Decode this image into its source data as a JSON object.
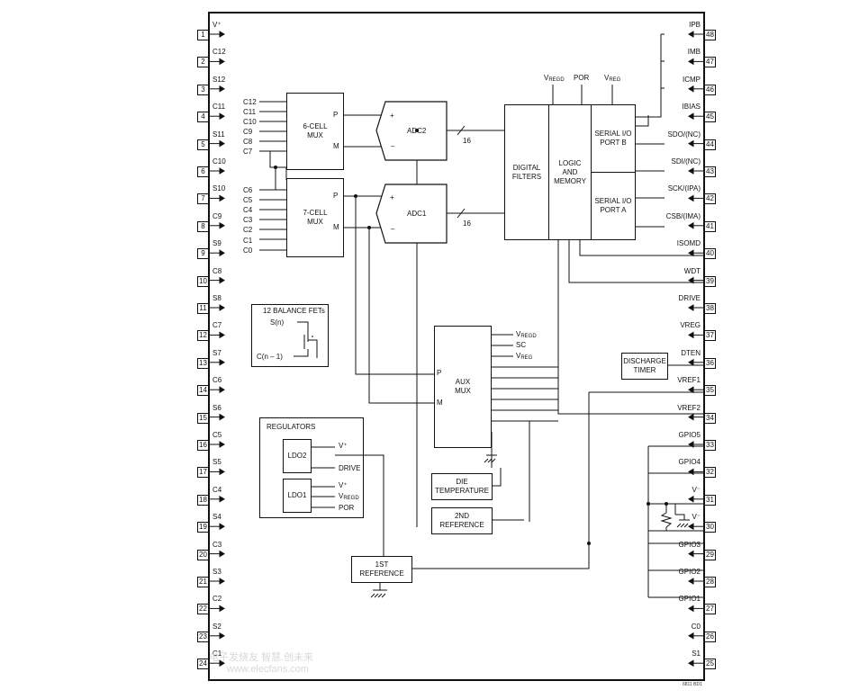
{
  "left_pins": [
    {
      "num": "1",
      "name": "V⁺"
    },
    {
      "num": "2",
      "name": "C12"
    },
    {
      "num": "3",
      "name": "S12"
    },
    {
      "num": "4",
      "name": "C11"
    },
    {
      "num": "5",
      "name": "S11"
    },
    {
      "num": "6",
      "name": "C10"
    },
    {
      "num": "7",
      "name": "S10"
    },
    {
      "num": "8",
      "name": "C9"
    },
    {
      "num": "9",
      "name": "S9"
    },
    {
      "num": "10",
      "name": "C8"
    },
    {
      "num": "11",
      "name": "S8"
    },
    {
      "num": "12",
      "name": "C7"
    },
    {
      "num": "13",
      "name": "S7"
    },
    {
      "num": "14",
      "name": "C6"
    },
    {
      "num": "15",
      "name": "S6"
    },
    {
      "num": "16",
      "name": "C5"
    },
    {
      "num": "17",
      "name": "S5"
    },
    {
      "num": "18",
      "name": "C4"
    },
    {
      "num": "19",
      "name": "S4"
    },
    {
      "num": "20",
      "name": "C3"
    },
    {
      "num": "21",
      "name": "S3"
    },
    {
      "num": "22",
      "name": "C2"
    },
    {
      "num": "23",
      "name": "S2"
    },
    {
      "num": "24",
      "name": "C1"
    }
  ],
  "right_pins": [
    {
      "num": "48",
      "name": "IPB"
    },
    {
      "num": "47",
      "name": "IMB"
    },
    {
      "num": "46",
      "name": "ICMP"
    },
    {
      "num": "45",
      "name": "IBIAS"
    },
    {
      "num": "44",
      "name": "SDO/(NC)"
    },
    {
      "num": "43",
      "name": "SDI/(NC)"
    },
    {
      "num": "42",
      "name": "SCK/(IPA)"
    },
    {
      "num": "41",
      "name": "CSB/(IMA)"
    },
    {
      "num": "40",
      "name": "ISOMD"
    },
    {
      "num": "39",
      "name": "WDT"
    },
    {
      "num": "38",
      "name": "DRIVE"
    },
    {
      "num": "37",
      "name": "VREG"
    },
    {
      "num": "36",
      "name": "DTEN"
    },
    {
      "num": "35",
      "name": "VREF1"
    },
    {
      "num": "34",
      "name": "VREF2"
    },
    {
      "num": "33",
      "name": "GPIO5"
    },
    {
      "num": "32",
      "name": "GPIO4"
    },
    {
      "num": "31",
      "name": "V⁻"
    },
    {
      "num": "30",
      "name": "V⁻"
    },
    {
      "num": "29",
      "name": "GPIO3"
    },
    {
      "num": "28",
      "name": "GPIO2"
    },
    {
      "num": "27",
      "name": "GPIO1"
    },
    {
      "num": "26",
      "name": "C0"
    },
    {
      "num": "25",
      "name": "S1"
    }
  ],
  "mux6": {
    "label": "6-CELL\nMUX",
    "inputs": [
      "C12",
      "C11",
      "C10",
      "C9",
      "C8",
      "C7"
    ],
    "p": "P",
    "m": "M"
  },
  "mux7": {
    "label": "7-CELL\nMUX",
    "inputs": [
      "C6",
      "C5",
      "C4",
      "C3",
      "C2",
      "C1",
      "C0"
    ],
    "p": "P",
    "m": "M"
  },
  "adc2": {
    "label": "ADC2",
    "plus": "+",
    "minus": "–",
    "bits": "16"
  },
  "adc1": {
    "label": "ADC1",
    "plus": "+",
    "minus": "–",
    "bits": "16"
  },
  "digital_filters": "DIGITAL\nFILTERS",
  "logic_memory": "LOGIC\nAND\nMEMORY",
  "serial_b": "SERIAL I/O\nPORT B",
  "serial_a": "SERIAL I/O\nPORT A",
  "top_signals": {
    "vregd_pre": "V",
    "vregd_sub": "REGD",
    "por": "POR",
    "vreg_pre": "V",
    "vreg_sub": "REG"
  },
  "balance_fets": {
    "title": "12 BALANCE FETs",
    "s": "S(n)",
    "c": "C(n – 1)"
  },
  "regulators": {
    "title": "REGULATORS",
    "ldo2": "LDO2",
    "ldo1": "LDO1",
    "ldo2_v": "V⁺",
    "ldo2_out": "DRIVE",
    "ldo1_v": "V⁺",
    "ldo1_vregd_pre": "V",
    "ldo1_vregd_sub": "REGD",
    "ldo1_por": "POR"
  },
  "aux_mux": {
    "label": "AUX\nMUX",
    "p": "P",
    "m": "M",
    "sc": "SC",
    "vregd_pre": "V",
    "vregd_sub": "REGD",
    "vreg_pre": "V",
    "vreg_sub": "REG"
  },
  "die_temp": "DIE\nTEMPERATURE",
  "second_ref": "2ND\nREFERENCE",
  "first_ref": "1ST\nREFERENCE",
  "discharge_timer": "DISCHARGE\nTIMER",
  "watermark": {
    "line1": "电子发烧友 智慧.创未来",
    "line2": "www.elecfans.com"
  },
  "figure_code": "6811 BD1"
}
